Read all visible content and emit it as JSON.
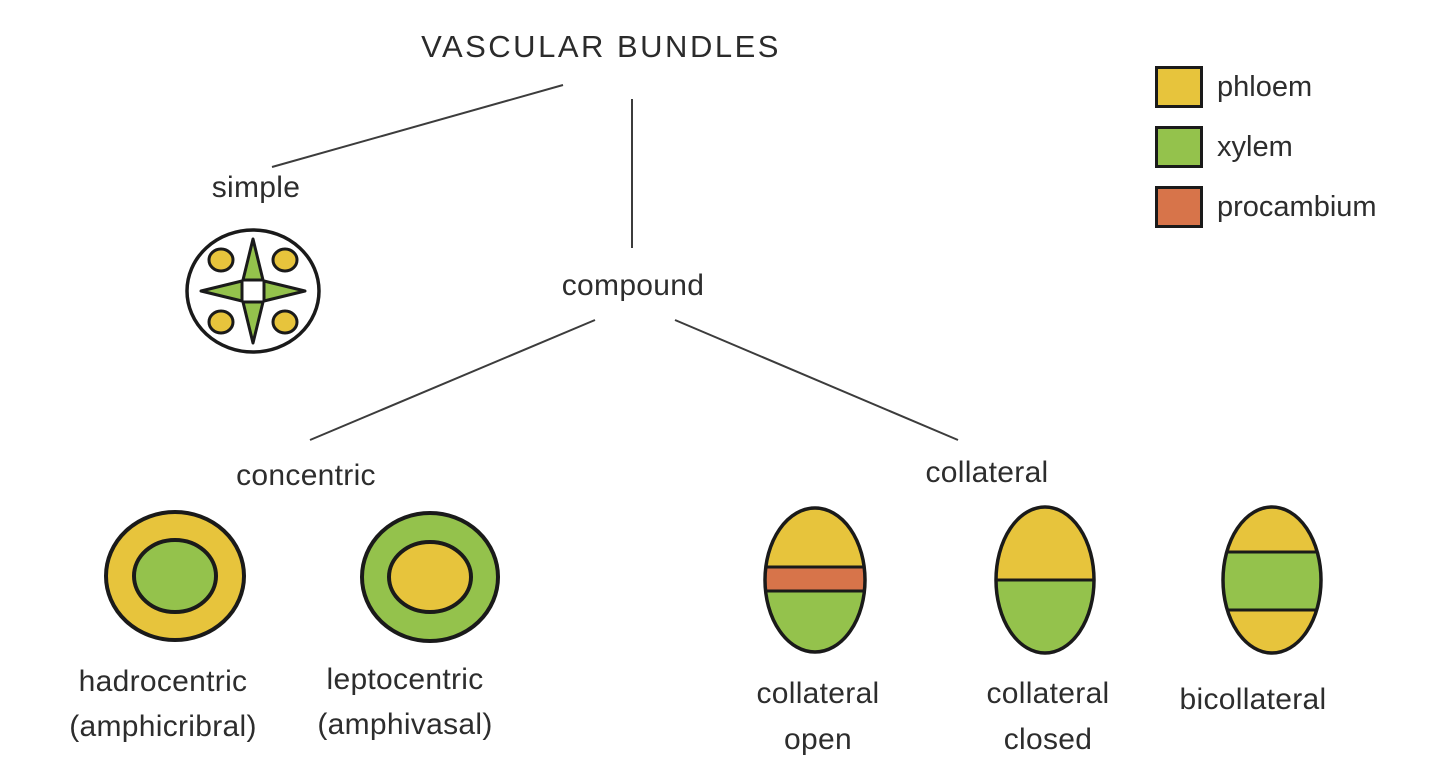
{
  "title": "VASCULAR BUNDLES",
  "colors": {
    "phloem": "#e7c43c",
    "xylem": "#94c24c",
    "procambium": "#d7744a",
    "outline": "#1a1a1a",
    "connector": "#3c3c3c",
    "text": "#2d2d2d",
    "background": "#ffffff",
    "white": "#ffffff"
  },
  "legend": {
    "items": [
      {
        "label": "phloem"
      },
      {
        "label": "xylem"
      },
      {
        "label": "procambium"
      }
    ]
  },
  "tree": {
    "branches": {
      "simple_label": "simple",
      "compound_label": "compound",
      "concentric_label": "concentric",
      "collateral_label": "collateral"
    },
    "leaves": {
      "hadrocentric_name": "hadrocentric",
      "hadrocentric_alt": "(amphicribral)",
      "leptocentric_name": "leptocentric",
      "leptocentric_alt": "(amphivasal)",
      "collateral_open_line1": "collateral",
      "collateral_open_line2": "open",
      "collateral_closed_line1": "collateral",
      "collateral_closed_line2": "closed",
      "bicollateral_name": "bicollateral"
    }
  }
}
